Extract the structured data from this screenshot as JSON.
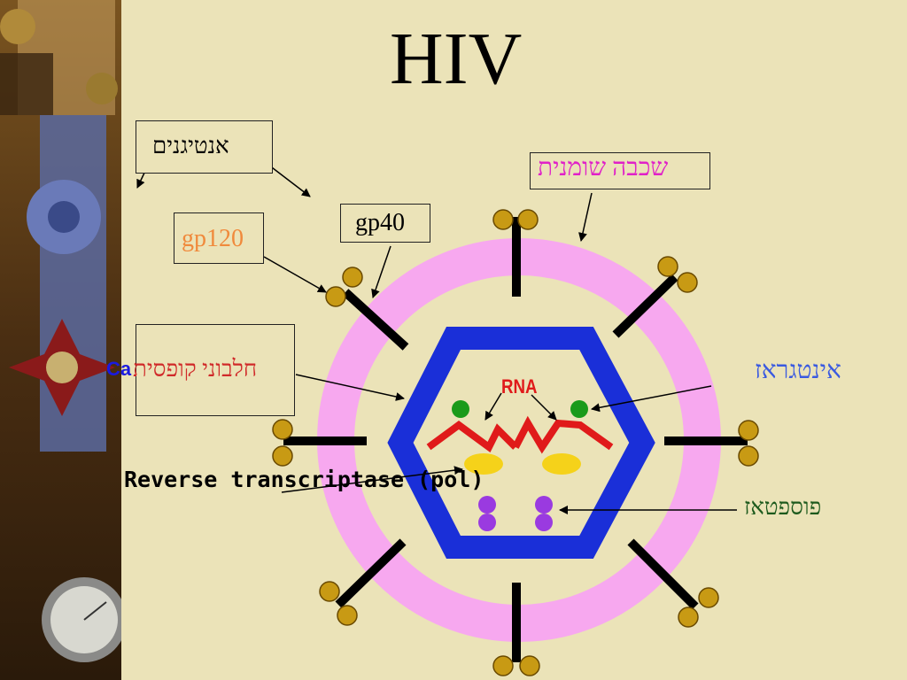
{
  "title": "HIV",
  "labels": {
    "antigens": "אנטיגנים",
    "gp120": "gp120",
    "gp40": "gp40",
    "lipid_layer": "שכבה שומנית",
    "capsid_protein": "חלבוני קופסית",
    "capsid_latin_fragment": "Ca",
    "rna": "RNA",
    "integrase": "אינטגראז",
    "reverse_transcriptase": "Reverse transcriptase (pol)",
    "phosphatase": "פוספטאז"
  },
  "colors": {
    "background": "#ebe3b8",
    "lipid_membrane": "#f7a8ef",
    "capsid": "#1a2fd8",
    "rna": "#e01a1a",
    "integrase_dot": "#1a9a1a",
    "reverse_transcriptase_blob": "#f5d21a",
    "phosphatase_dot": "#9a3ae0",
    "spike": "#000000",
    "spike_knob": "#c89a14"
  }
}
